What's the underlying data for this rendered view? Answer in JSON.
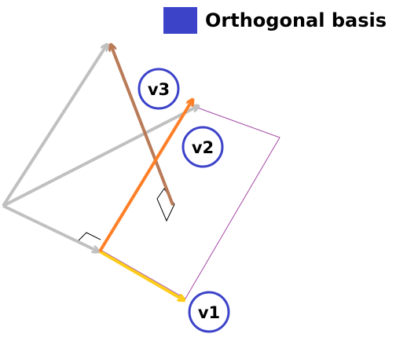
{
  "legend": {
    "label": "Orthogonal basis",
    "color": "#3d43c9"
  },
  "labels": {
    "v1": "v1",
    "v2": "v2",
    "v3": "v3"
  },
  "colors": {
    "original_vectors": "#c0c0c0",
    "v1": "#ffcc1a",
    "v2": "#ff7f27",
    "v3": "#b97a57",
    "circle_outline": "#3d43c9",
    "parallelogram": "#a349a4",
    "right_angle_marker": "#000000"
  }
}
